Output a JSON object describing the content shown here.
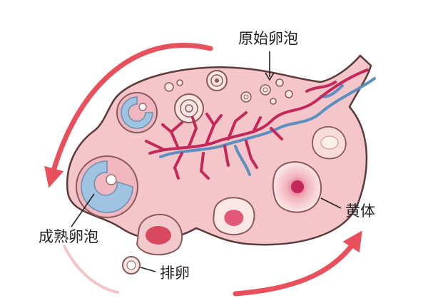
{
  "labels": {
    "primordial": "原始卵泡",
    "mature": "成熟卵泡",
    "corpus_luteum": "黄体",
    "ovulation": "排卵"
  },
  "colors": {
    "ovary_fill": "#f4c5c9",
    "ovary_outline": "#5a3a3a",
    "artery": "#c4285a",
    "vein": "#5a8fc0",
    "arrow": "#e8505b",
    "follicle_blue": "#9fc4e2",
    "label_text": "#222222"
  }
}
